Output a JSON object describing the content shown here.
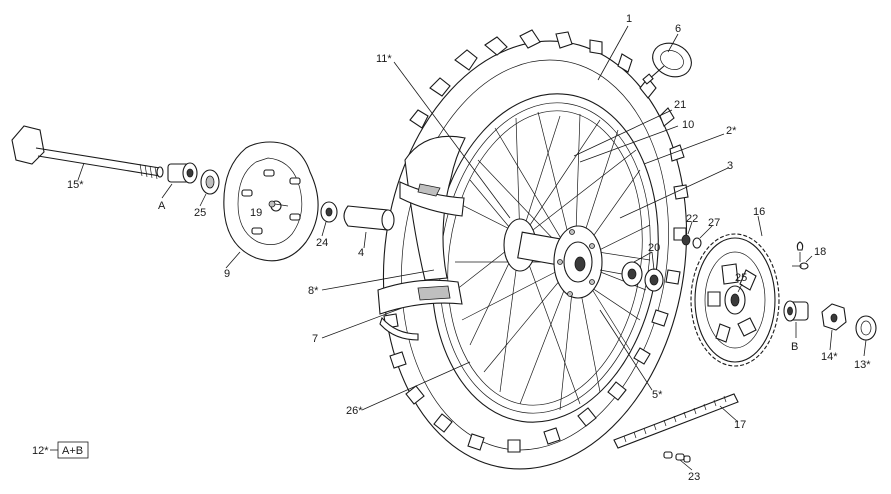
{
  "callouts": {
    "c1": "1",
    "c6": "6",
    "c11": "11*",
    "c21": "21",
    "c10": "10",
    "c2": "2*",
    "c3": "3",
    "c15": "15*",
    "cA": "A",
    "c25a": "25",
    "c19": "19",
    "c24": "24",
    "c4": "4",
    "c9": "9",
    "c22": "22",
    "c27": "27",
    "c16": "16",
    "c20": "20",
    "c18": "18",
    "c25b": "25",
    "c8": "8*",
    "c7": "7",
    "cB": "B",
    "c14": "14*",
    "c13": "13*",
    "c5": "5*",
    "c26": "26*",
    "c17": "17",
    "c23": "23"
  },
  "legend": {
    "key": "12*",
    "box": "A+B"
  }
}
